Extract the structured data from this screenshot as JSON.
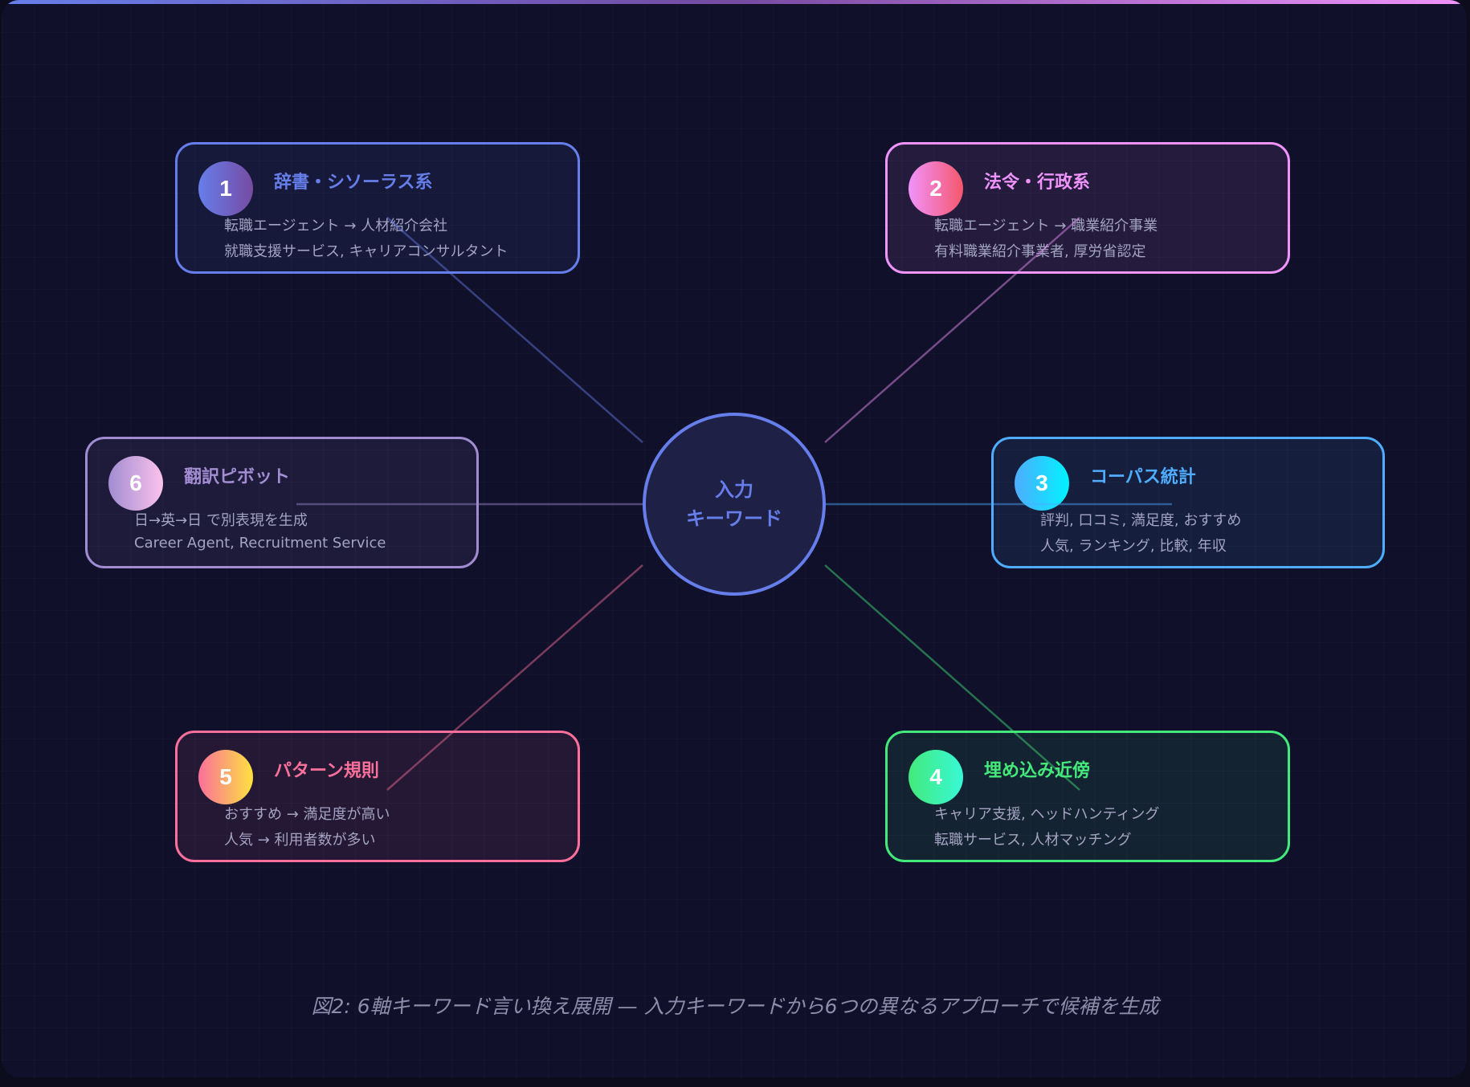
{
  "hub": {
    "line1": "入力",
    "line2": "キーワード",
    "color": "#667eea"
  },
  "axes": [
    {
      "number": "1",
      "title": "辞書・シソーラス系",
      "lines": [
        "転職エージェント → 人材紹介会社",
        "就職支援サービス, キャリアコンサルタント"
      ],
      "color": "#667eea",
      "color2": "#764ba2"
    },
    {
      "number": "2",
      "title": "法令・行政系",
      "lines": [
        "転職エージェント → 職業紹介事業",
        "有料職業紹介事業者, 厚労省認定"
      ],
      "color": "#f093fb",
      "color2": "#f5576c"
    },
    {
      "number": "3",
      "title": "コーパス統計",
      "lines": [
        "評判, 口コミ, 満足度, おすすめ",
        "人気, ランキング, 比較, 年収"
      ],
      "color": "#4facfe",
      "color2": "#00f2fe"
    },
    {
      "number": "4",
      "title": "埋め込み近傍",
      "lines": [
        "キャリア支援, ヘッドハンティング",
        "転職サービス, 人材マッチング"
      ],
      "color": "#43e97b",
      "color2": "#38f9d7"
    },
    {
      "number": "5",
      "title": "パターン規則",
      "lines": [
        "おすすめ → 満足度が高い",
        "人気 → 利用者数が多い"
      ],
      "color": "#fa709a",
      "color2": "#fee140"
    },
    {
      "number": "6",
      "title": "翻訳ピボット",
      "lines": [
        "日→英→日 で別表現を生成",
        "Career Agent, Recruitment Service"
      ],
      "color": "#a18cd1",
      "color2": "#fbc2eb"
    }
  ],
  "caption": "図2: 6軸キーワード言い換え展開 — 入力キーワードから6つの異なるアプローチで候補を生成"
}
